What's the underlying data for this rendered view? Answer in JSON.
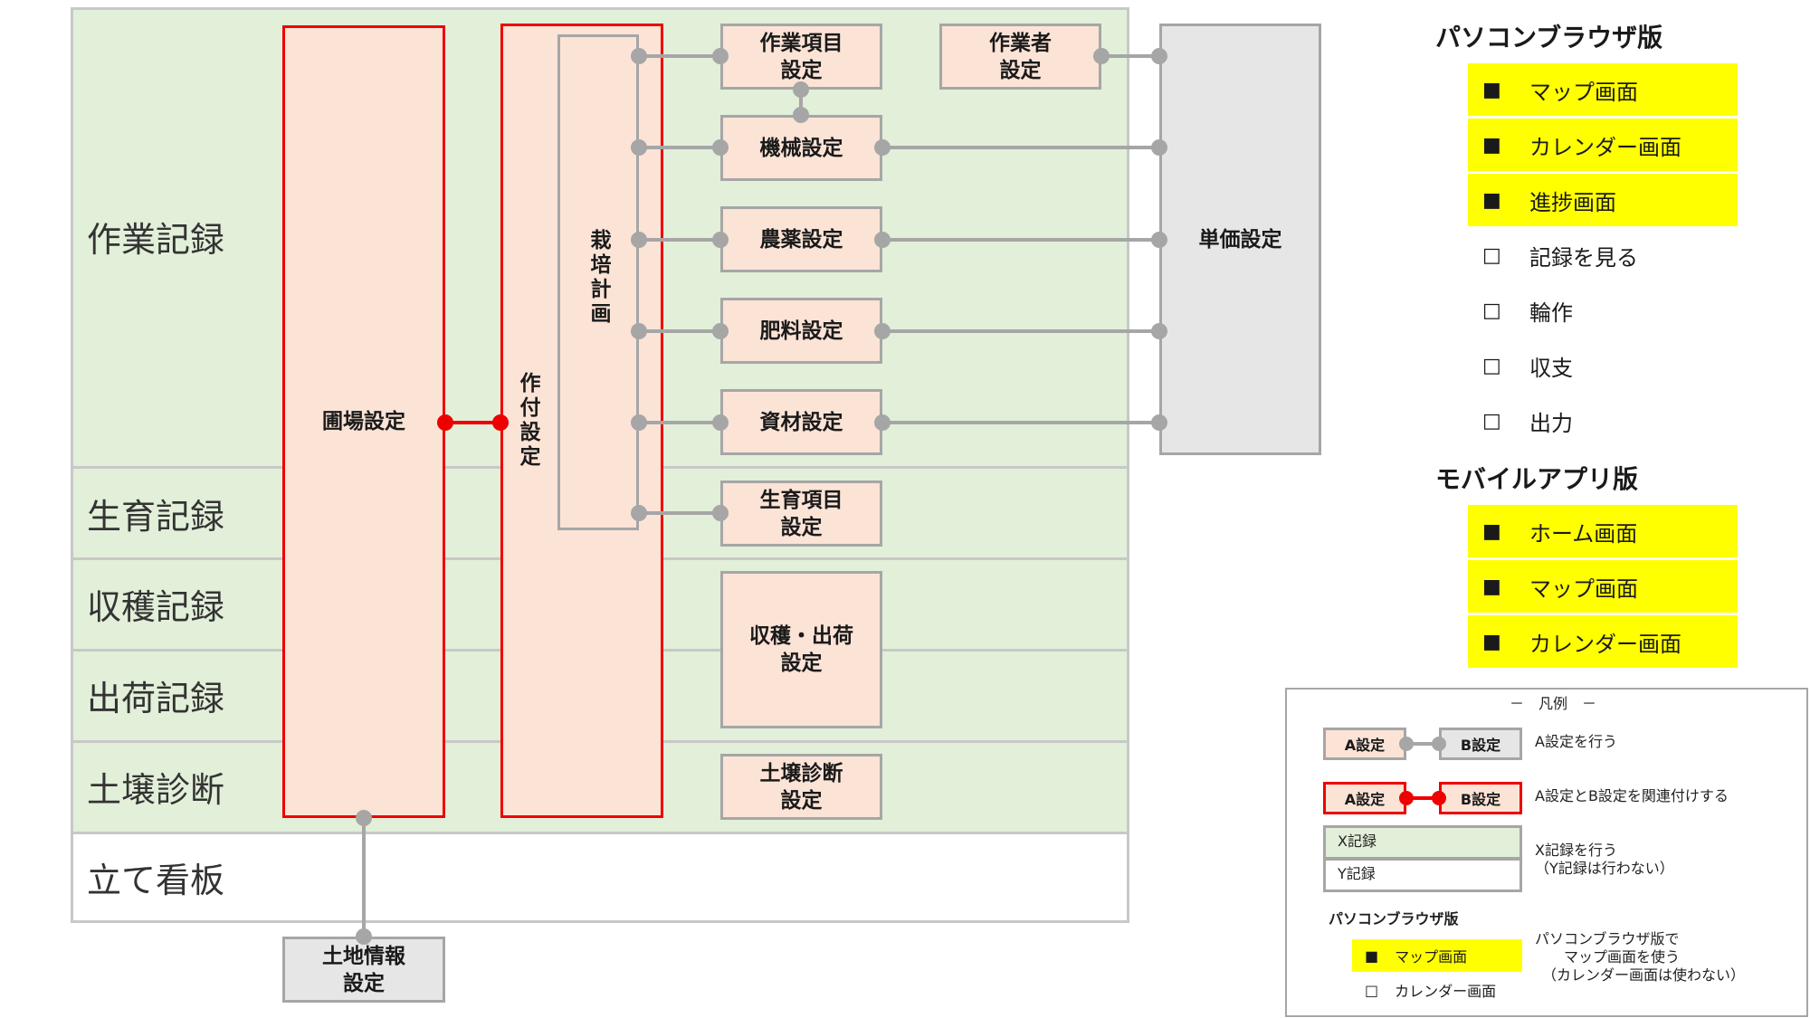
{
  "rows": [
    {
      "label": "作業記録"
    },
    {
      "label": "生育記録"
    },
    {
      "label": "収穫記録"
    },
    {
      "label": "出荷記録"
    },
    {
      "label": "土壌診断"
    },
    {
      "label": "立て看板"
    }
  ],
  "nodes": {
    "field": "圃場設定",
    "cropping": "作付設定",
    "cultivation": "栽培計画",
    "work_item": "作業項目\n設定",
    "machine": "機械設定",
    "pesticide": "農薬設定",
    "fertilizer": "肥料設定",
    "material": "資材設定",
    "growth_item": "生育項目\n設定",
    "harvest": "収穫・出荷\n設定",
    "soil": "土壌診断\n設定",
    "worker": "作業者\n設定",
    "unit_price": "単価設定",
    "land": "土地情報\n設定"
  },
  "pc": {
    "title": "パソコンブラウザ版",
    "items": [
      {
        "mark": "■",
        "label": "マップ画面",
        "highlight": true
      },
      {
        "mark": "■",
        "label": "カレンダー画面",
        "highlight": true
      },
      {
        "mark": "■",
        "label": "進捗画面",
        "highlight": true
      },
      {
        "mark": "□",
        "label": "記録を見る",
        "highlight": false
      },
      {
        "mark": "□",
        "label": "輪作",
        "highlight": false
      },
      {
        "mark": "□",
        "label": "収支",
        "highlight": false
      },
      {
        "mark": "□",
        "label": "出力",
        "highlight": false
      }
    ]
  },
  "mobile": {
    "title": "モバイルアプリ版",
    "items": [
      {
        "mark": "■",
        "label": "ホーム画面",
        "highlight": true
      },
      {
        "mark": "■",
        "label": "マップ画面",
        "highlight": true
      },
      {
        "mark": "■",
        "label": "カレンダー画面",
        "highlight": true
      }
    ]
  },
  "legend": {
    "title": "－　凡例　－",
    "a_setting": "A設定",
    "b_setting": "B設定",
    "desc_do": "A設定を行う",
    "desc_link": "A設定とB設定を関連付けする",
    "x_record": "X記録",
    "y_record": "Y記録",
    "desc_record": "X記録を行う\n（Y記録は行わない）",
    "pc_title": "パソコンブラウザ版",
    "pc_map_mark": "■",
    "pc_map": "マップ画面",
    "pc_cal_mark": "□",
    "pc_cal": "カレンダー画面",
    "desc_pc": "パソコンブラウザ版で\n　　マップ画面を使う\n　（カレンダー画面は使わない）"
  },
  "colors": {
    "green": "#e2efd9",
    "node_fill": "#fbe3d6",
    "grey_fill": "#e6e6e6",
    "red": "#ee0000",
    "connector": "#a6a6a6",
    "highlight": "#ffff00"
  }
}
